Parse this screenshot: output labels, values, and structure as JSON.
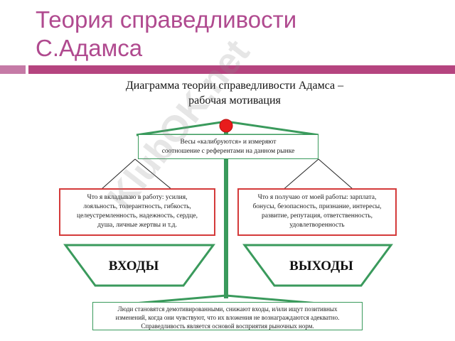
{
  "slide": {
    "title_line1": "Теория справедливости",
    "title_line2": "С.Адамса"
  },
  "diagram": {
    "title_line1": "Диаграмма теории справедливости Адамса –",
    "title_line2": "рабочая мотивация",
    "top_box": {
      "line1": "Весы «калибруются» и измеряют",
      "line2": "соотношение с референтами на данном рынке"
    },
    "inputs_box": {
      "line1": "Что я вкладываю в работу: усилия,",
      "line2": "лояльность, толерантность, гибкость,",
      "line3": "целеустремленность, надежность, сердце,",
      "line4": "душа, личные жертвы и т.д."
    },
    "outputs_box": {
      "line1": "Что я получаю от моей работы: зарплата,",
      "line2": "бонусы, безопасность, признание, интересы,",
      "line3": "развитие, репутация, ответственность,",
      "line4": "удовлетворенность"
    },
    "inputs_label": "ВХОДЫ",
    "outputs_label": "ВЫХОДЫ",
    "bottom_box": {
      "line1": "Люди становятся демотивированными, снижают входы, и/или ищут позитивных",
      "line2": "изменений, когда они чувствуют, что их вложения не вознаграждаются адекватно.",
      "line3": "Справедливость является основой восприятия рыночных норм."
    },
    "colors": {
      "green": "#3a9a5c",
      "red": "#d43a3a",
      "title": "#b04a8f"
    }
  },
  "watermark": "KlubOK.net"
}
